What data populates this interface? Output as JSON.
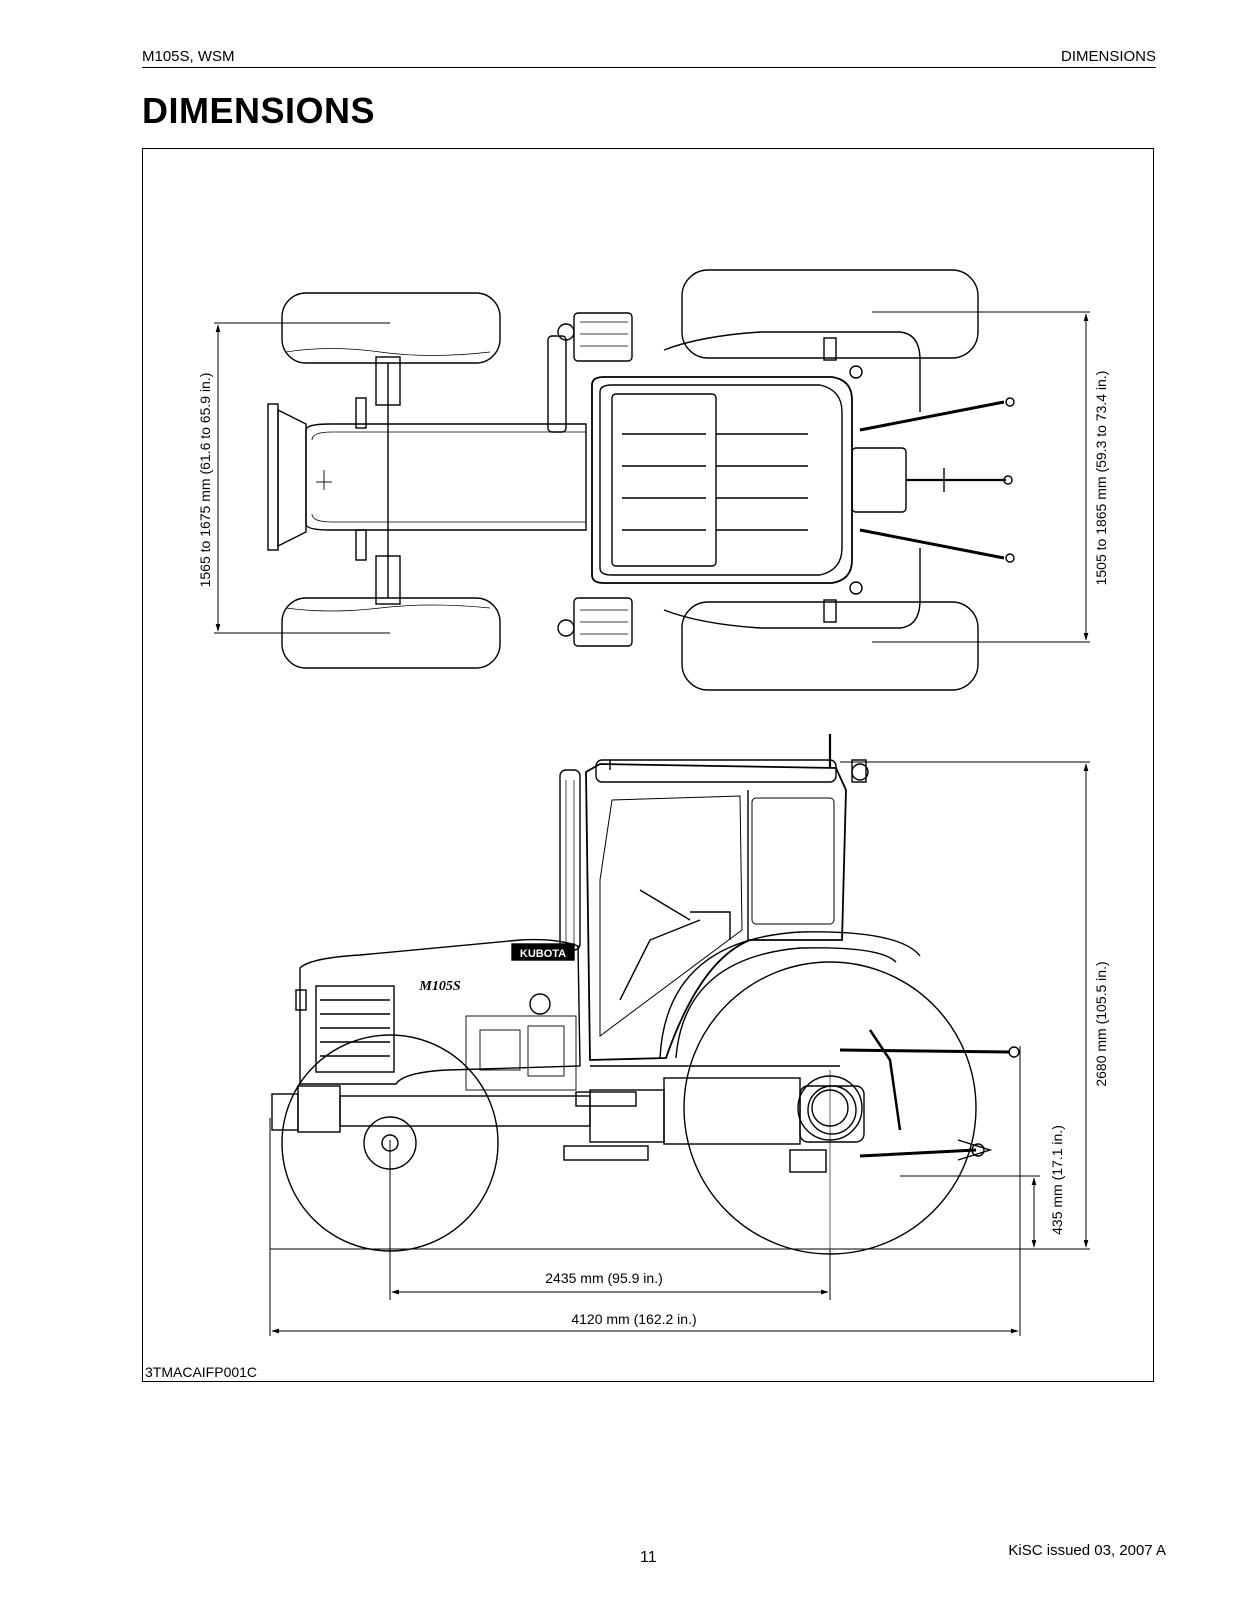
{
  "header": {
    "left": "M105S, WSM",
    "right": "DIMENSIONS"
  },
  "title": "DIMENSIONS",
  "figure": {
    "id": "3TMACAIFP001C",
    "dimensions": {
      "front_tread": "1565 to 1675 mm (61.6 to 65.9 in.)",
      "rear_tread": "1505 to 1865 mm (59.3 to 73.4 in.)",
      "overall_height": "2680 mm (105.5 in.)",
      "ground_clearance": "435 mm (17.1 in.)",
      "wheelbase": "2435 mm (95.9 in.)",
      "overall_length": "4120 mm (162.2 in.)"
    },
    "labels": {
      "brand": "KUBOTA",
      "model": "M105S"
    }
  },
  "footer": {
    "page": "11",
    "issue": "KiSC issued 03, 2007 A"
  }
}
